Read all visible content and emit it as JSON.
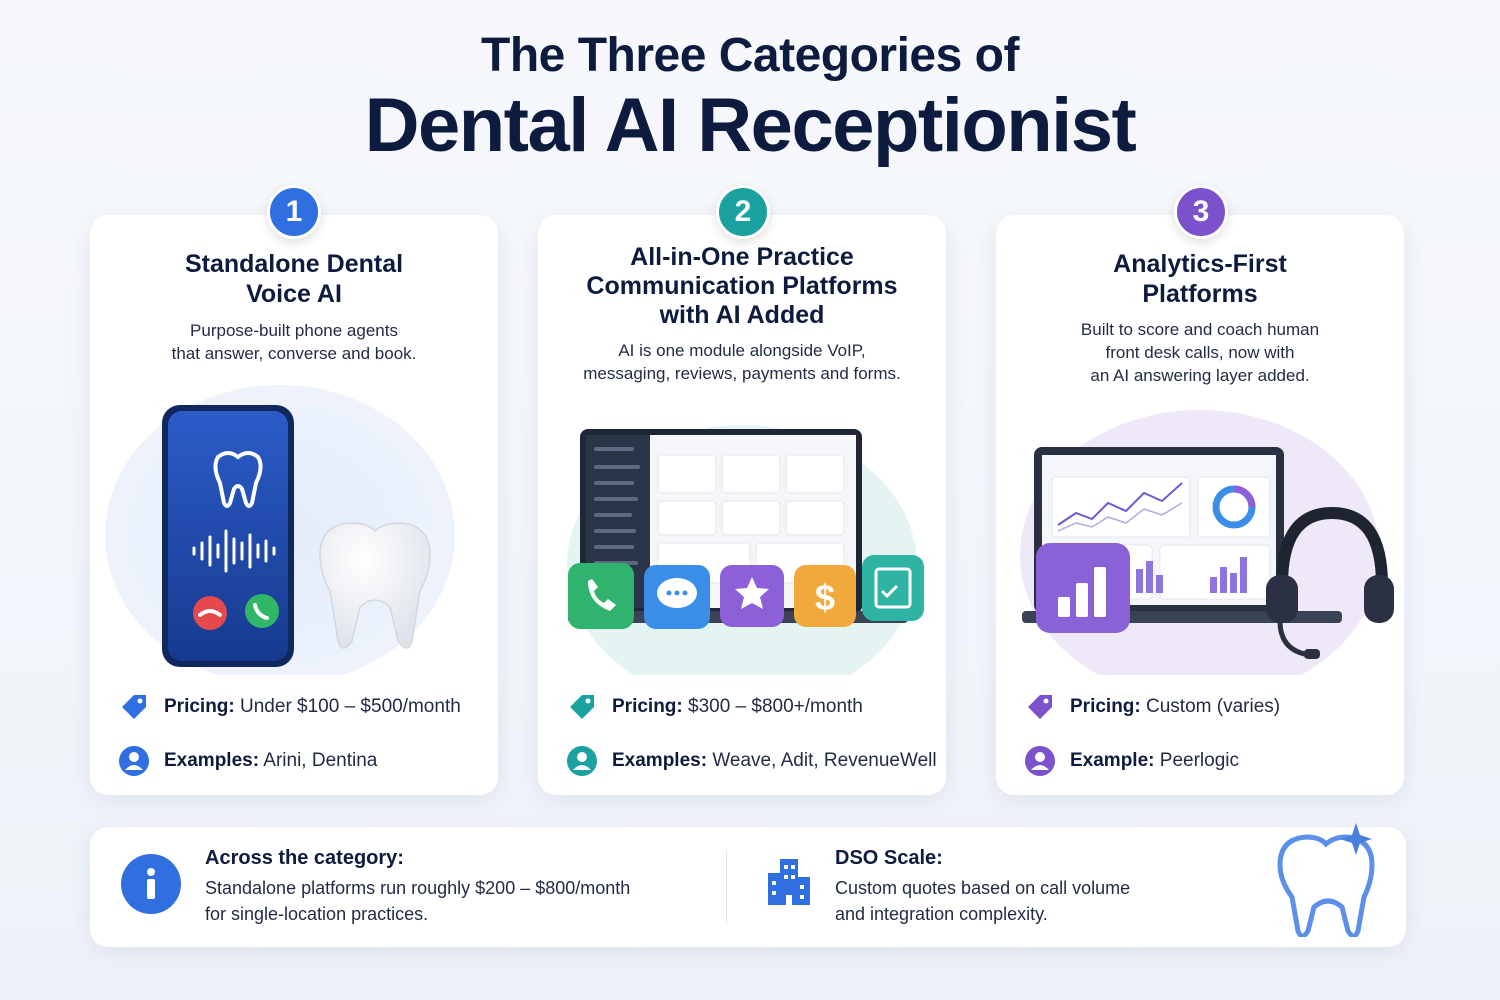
{
  "header": {
    "line1": "The Three Categories of",
    "line2": "Dental AI Receptionist"
  },
  "categories": [
    {
      "number": "1",
      "title_lines": [
        "Standalone Dental",
        "Voice AI"
      ],
      "desc_lines": [
        "Purpose-built phone agents",
        "that answer, converse and book."
      ],
      "pricing_label": "Pricing:",
      "pricing_value": "Under $100 – $500/month",
      "examples_label": "Examples:",
      "examples_value": "Arini, Dentina",
      "accent": "#2f6fe0"
    },
    {
      "number": "2",
      "title_lines": [
        "All-in-One Practice",
        "Communication Platforms",
        "with AI Added"
      ],
      "desc_lines": [
        "AI is one module alongside VoIP,",
        "messaging, reviews, payments and forms."
      ],
      "pricing_label": "Pricing:",
      "pricing_value": "$300 – $800+/month",
      "examples_label": "Examples:",
      "examples_value": "Weave, Adit, RevenueWell",
      "accent": "#1aa1a0"
    },
    {
      "number": "3",
      "title_lines": [
        "Analytics-First",
        "Platforms"
      ],
      "desc_lines": [
        "Built to score and coach human",
        "front desk calls, now with",
        "an AI answering layer added."
      ],
      "pricing_label": "Pricing:",
      "pricing_value": "Custom (varies)",
      "examples_label": "Example:",
      "examples_value": "Peerlogic",
      "accent": "#7b52cc"
    }
  ],
  "footer": {
    "across_title": "Across the category:",
    "across_lines": [
      "Standalone platforms run roughly $200 – $800/month",
      "for single-location practices."
    ],
    "dso_title": "DSO Scale:",
    "dso_lines": [
      "Custom quotes based on call volume",
      "and integration complexity."
    ]
  }
}
